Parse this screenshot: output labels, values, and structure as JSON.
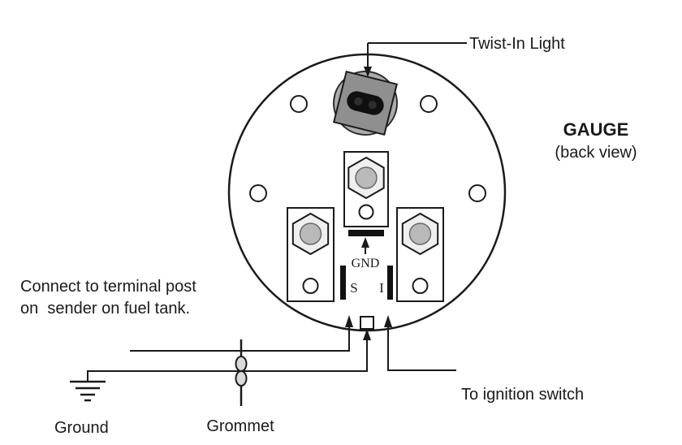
{
  "diagram": {
    "labels": {
      "twist_in_light": "Twist-In Light",
      "gauge_title": "GAUGE",
      "gauge_subtitle": "(back view)",
      "gnd": "GND",
      "terminal_s": "S",
      "terminal_i": "I",
      "sender_note_line1": "Connect to terminal post",
      "sender_note_line2": "on  sender on fuel tank.",
      "ground": "Ground",
      "grommet": "Grommet",
      "ignition": "To ignition switch"
    },
    "colors": {
      "line": "#1a1a1a",
      "light_base_fill": "#ababab",
      "light_socket_fill": "#8f8f8f",
      "light_bulb_fill": "#101010",
      "nut_face_fill": "#efefef",
      "nut_center_fill": "#b9b9b9",
      "grommet_fill": "#d9d9d9",
      "background": "#ffffff"
    }
  }
}
